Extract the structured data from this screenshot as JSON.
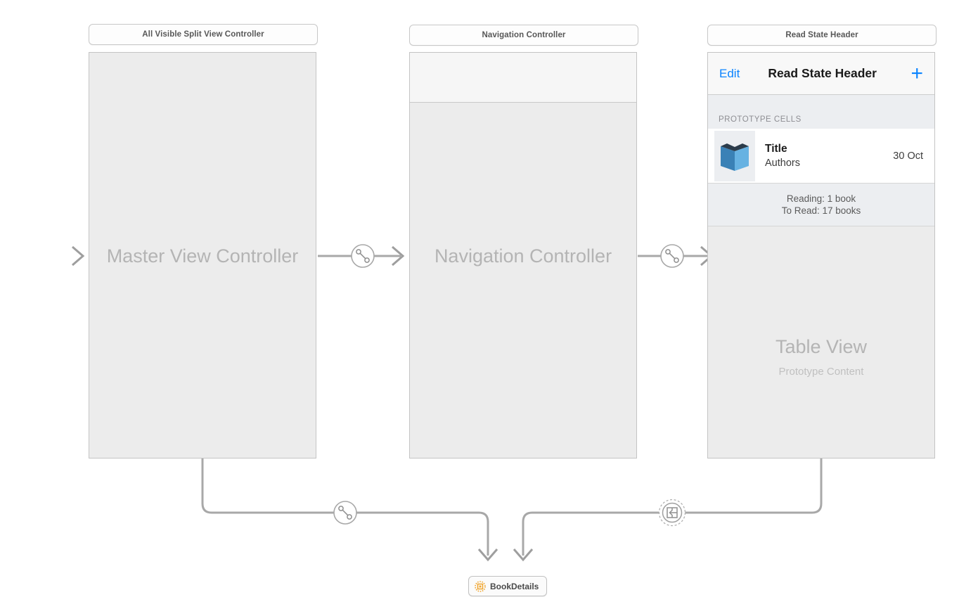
{
  "canvas": {
    "background": "#ffffff",
    "line_color": "#a8a8a8",
    "scene_fill": "#ececec",
    "scene_border": "#c4c4c4",
    "accent_blue": "#0b84ff",
    "accent_orange": "#f5a623",
    "placeholder_text": "#b4b4b4"
  },
  "scenes": [
    {
      "pill_label": "All Visible Split View Controller",
      "placeholder": "Master View Controller",
      "name": "master-view-controller"
    },
    {
      "pill_label": "Navigation Controller",
      "placeholder": "Navigation Controller",
      "name": "navigation-controller"
    },
    {
      "pill_label": "Read State Header",
      "name": "read-state-header"
    }
  ],
  "table_view": {
    "navbar": {
      "edit_label": "Edit",
      "title": "Read State Header",
      "add_icon": "plus-icon",
      "add_label": "+"
    },
    "section_header": "PROTOTYPE CELLS",
    "cell": {
      "thumbnail_icon": "book-icon",
      "title": "Title",
      "subtitle": "Authors",
      "date": "30 Oct"
    },
    "footer": {
      "line1": "Reading: 1 book",
      "line2": "To Read: 17 books"
    },
    "body": {
      "title": "Table View",
      "subtitle": "Prototype Content"
    }
  },
  "connections": [
    {
      "name": "entry-point-arrow",
      "icon": "arrow-right-icon",
      "kind": "entry"
    },
    {
      "name": "segue-master-to-nav",
      "icon": "relationship-segue-icon",
      "kind": "relationship"
    },
    {
      "name": "segue-nav-to-readstate",
      "icon": "relationship-segue-icon",
      "kind": "relationship"
    },
    {
      "name": "segue-master-to-bookdetails",
      "icon": "relationship-segue-icon",
      "kind": "relationship"
    },
    {
      "name": "segue-readstate-to-bookdetails",
      "icon": "show-detail-segue-icon",
      "kind": "show-detail"
    }
  ],
  "bottom_object": {
    "icon": "storyboard-reference-icon",
    "label": "BookDetails"
  }
}
